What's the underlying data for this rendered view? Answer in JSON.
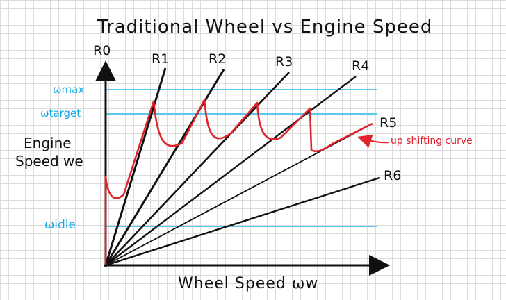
{
  "title": "Traditional Wheel vs Engine Speed",
  "axes": {
    "y_label_line1": "Engine",
    "y_label_line2": "Speed we",
    "x_label": "Wheel Speed ωw"
  },
  "levels": {
    "wmax": "ωmax",
    "wtarget": "ωtarget",
    "widle": "ωidle"
  },
  "ratios": [
    "R0",
    "R1",
    "R2",
    "R3",
    "R4",
    "R5",
    "R6"
  ],
  "annotation": "up shifting curve",
  "colors": {
    "ink": "#111111",
    "level_lines": "#5cc8ee",
    "level_labels": "#19a9e8",
    "curve": "#e0242c",
    "grid": "#dcdcdc"
  }
}
